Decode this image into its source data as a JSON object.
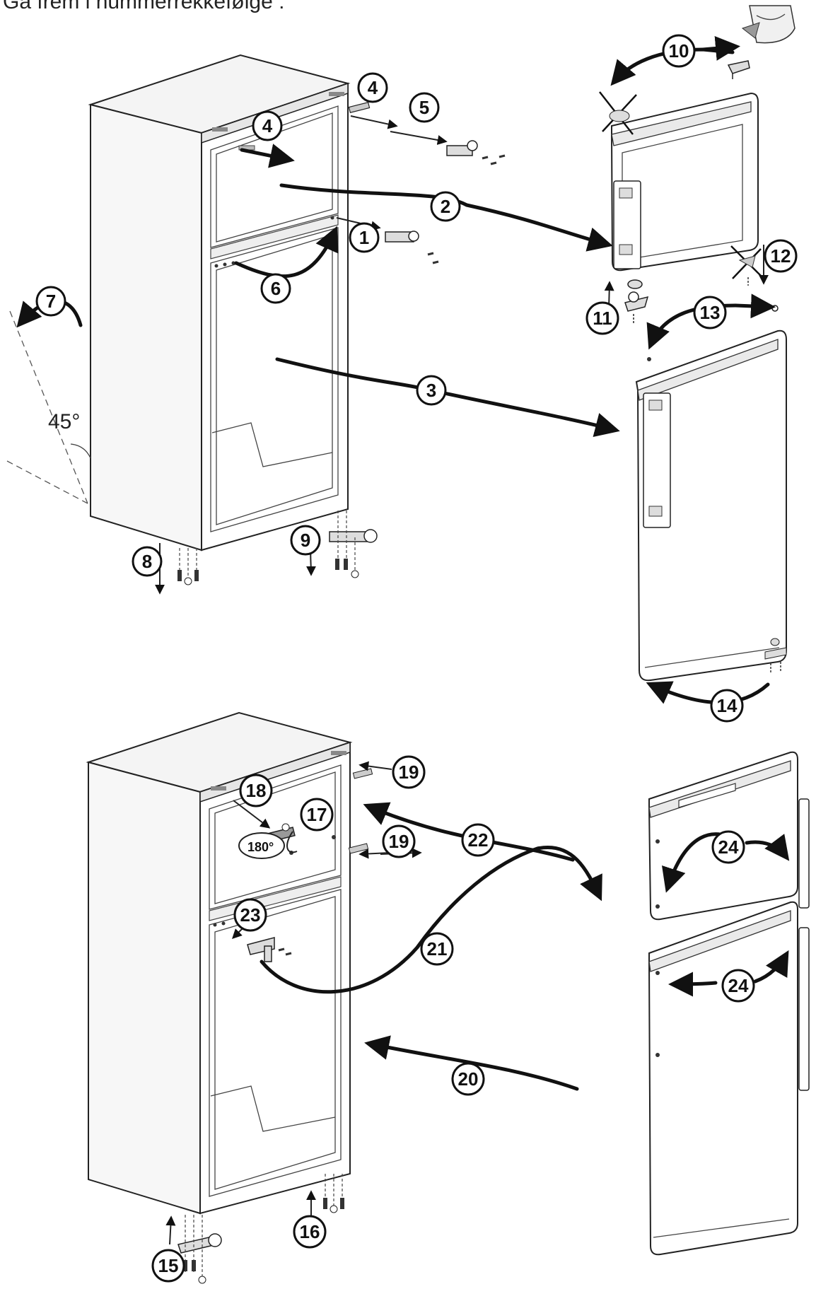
{
  "caption": "Gå frem i nummerrekkefølge :",
  "angle_label": "45°",
  "rotate_label": "180°",
  "steps": [
    "1",
    "2",
    "3",
    "4",
    "4",
    "5",
    "6",
    "7",
    "8",
    "9",
    "10",
    "11",
    "12",
    "13",
    "14",
    "15",
    "16",
    "17",
    "18",
    "19",
    "19",
    "20",
    "21",
    "22",
    "23",
    "24",
    "24"
  ],
  "colors": {
    "ink": "#111111",
    "body": "#ffffff",
    "shade": "#e6e6e6"
  }
}
